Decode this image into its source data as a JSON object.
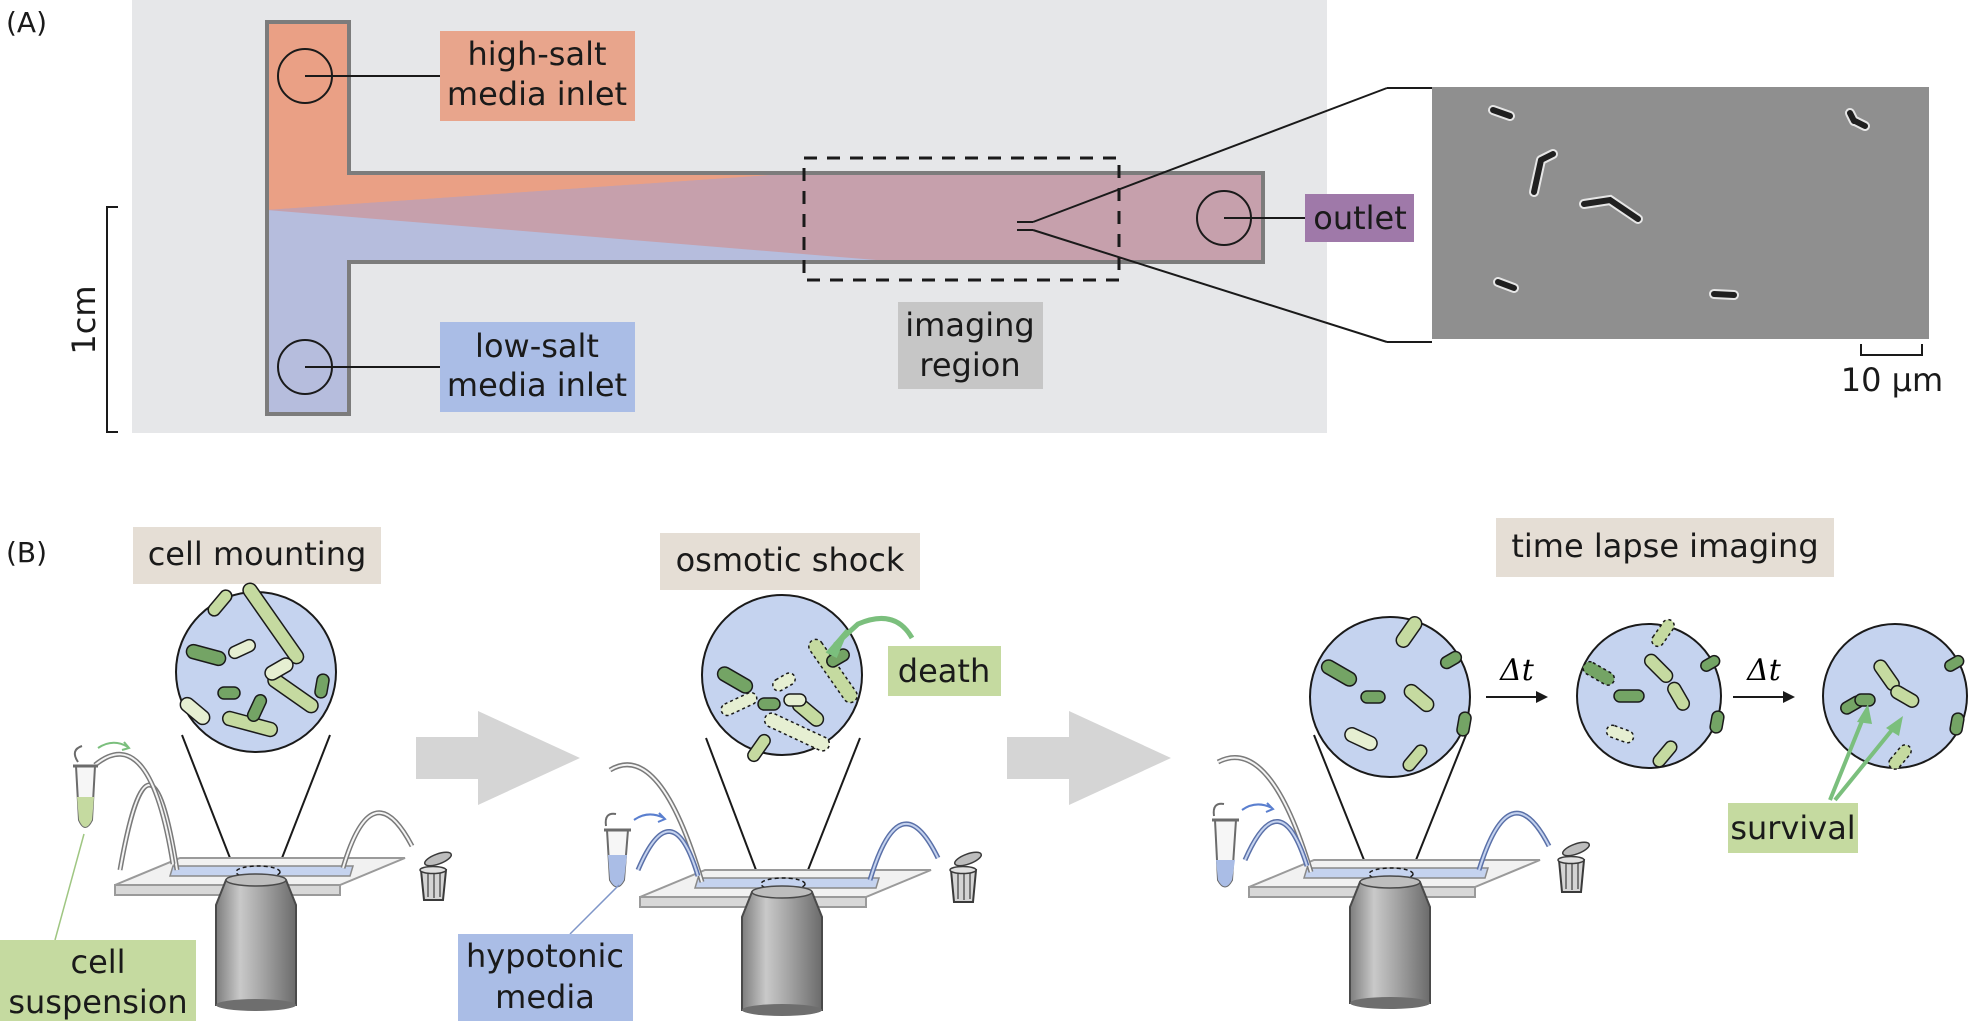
{
  "panel_a": {
    "label": "(A)",
    "inlet_high": [
      "high-salt",
      "media inlet"
    ],
    "inlet_low": [
      "low-salt",
      "media inlet"
    ],
    "outlet": "outlet",
    "imaging_region": [
      "imaging",
      "region"
    ],
    "scale_length": "1cm",
    "micro_scale": "10 µm"
  },
  "panel_b": {
    "label": "(B)",
    "steps": [
      "cell mounting",
      "osmotic shock",
      "time lapse imaging"
    ],
    "cell_suspension": [
      "cell",
      "suspension"
    ],
    "hypotonic_media": [
      "hypotonic",
      "media"
    ],
    "death": "death",
    "survival": "survival",
    "delta_t": "Δt"
  },
  "colors": {
    "high_salt": "#e8a58c",
    "low_salt": "#aabde6",
    "outlet": "#9f79a9",
    "imaging_region": "#c6c6c6",
    "step_label": "#e5ded5",
    "cell_label": "#c5daa0",
    "chip": "#e6e7e9",
    "circle_fill": "#c5d3ef",
    "arrow_gray": "#d5d5d5"
  }
}
